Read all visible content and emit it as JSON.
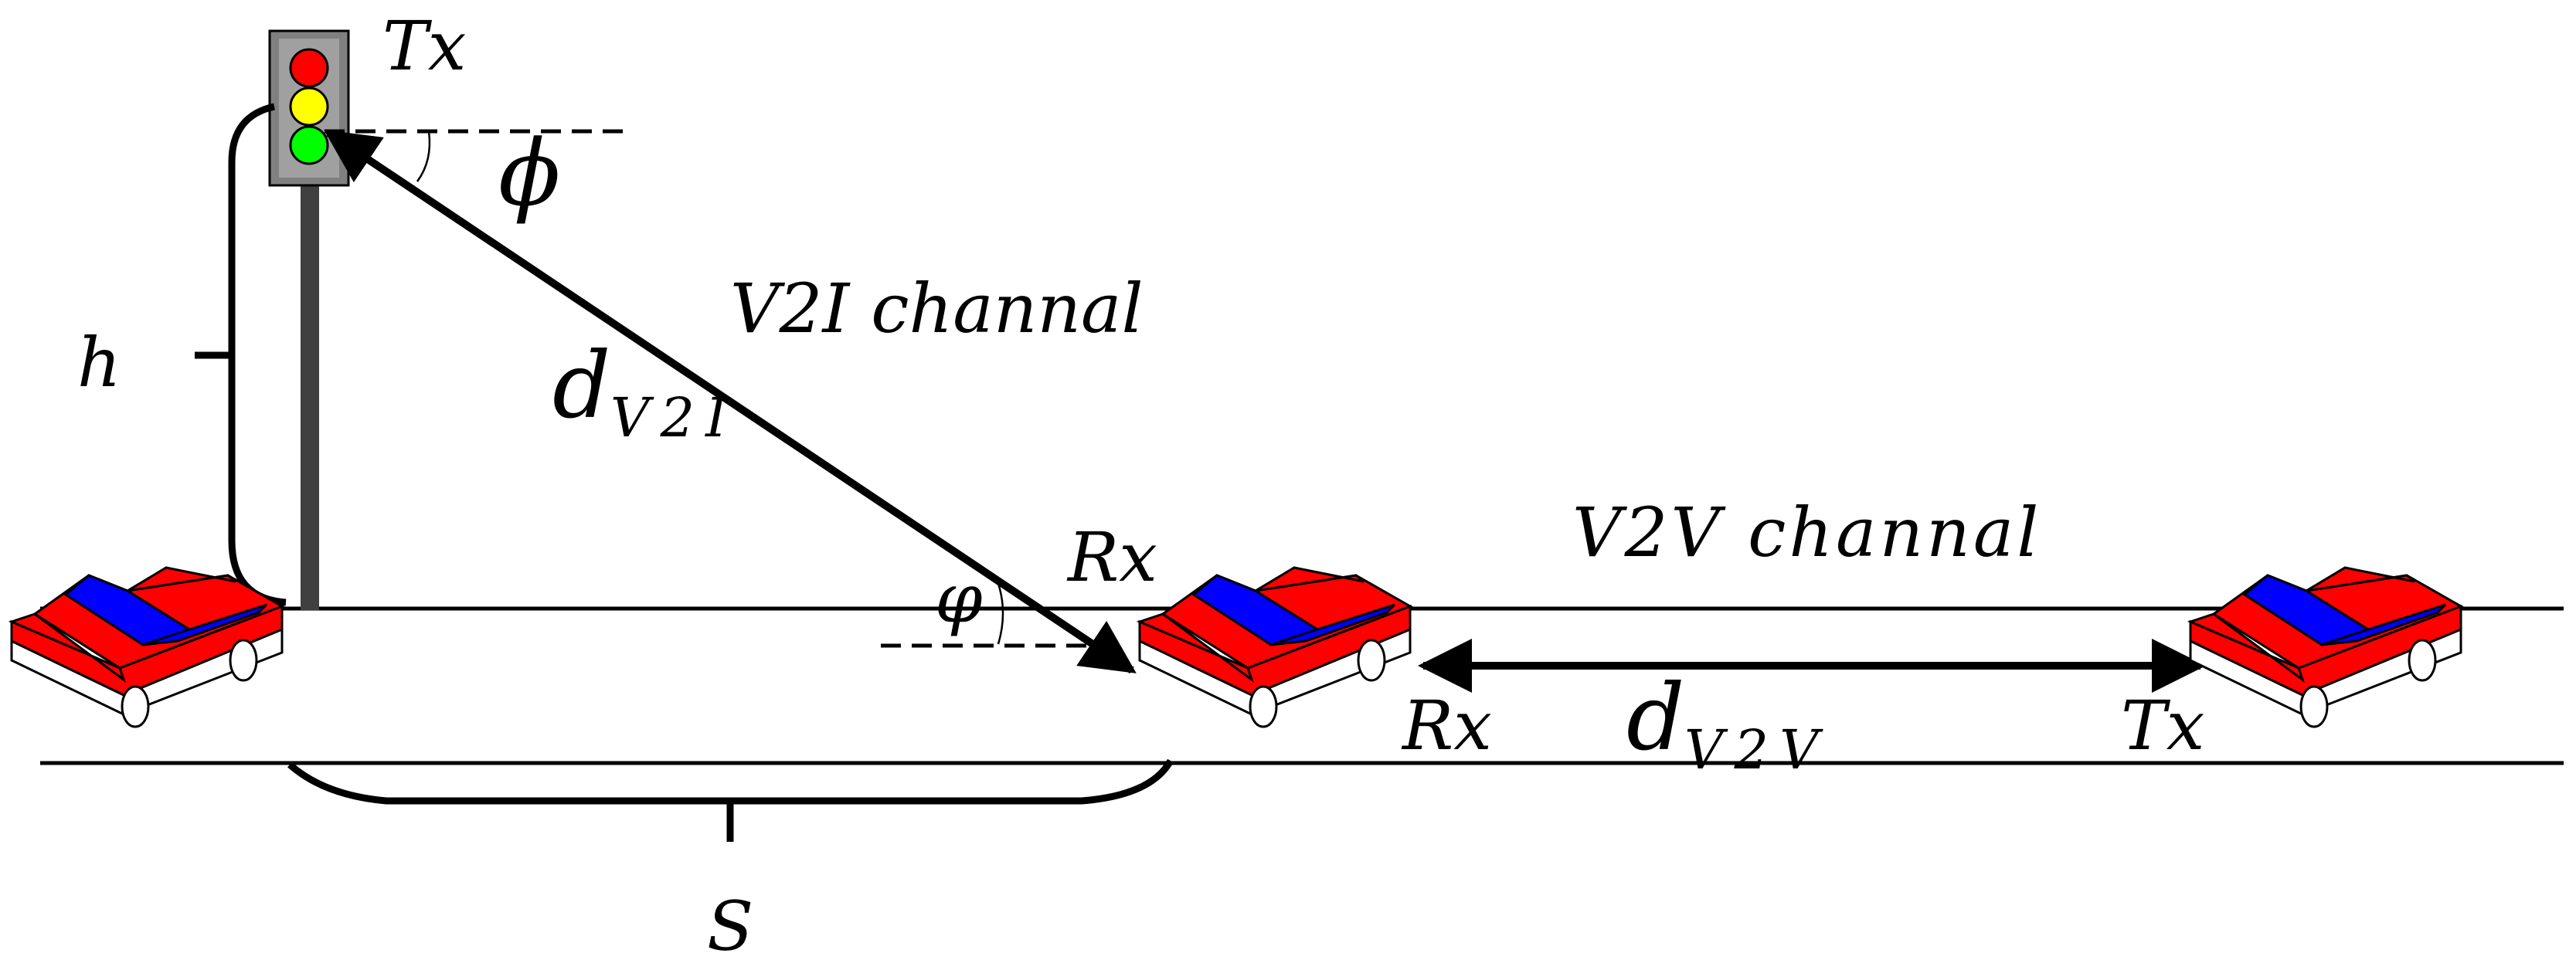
{
  "labels": {
    "tx_light": "Tx",
    "phi_upper": "ϕ",
    "v2i_channel": "V2I channal",
    "d_v2i_main": "d",
    "d_v2i_sub": "V2I",
    "h": "h",
    "rx_top": "Rx",
    "varphi": "φ",
    "v2v_channel": "V2V channal",
    "rx_bottom": "Rx",
    "d_v2v_main": "d",
    "d_v2v_sub": "V2V",
    "tx_right": "Tx",
    "s": "S"
  },
  "colors": {
    "car_body": "#ff0000",
    "car_window": "#0000ff",
    "light_red": "#ff0000",
    "light_yellow": "#ffff00",
    "light_green": "#00ff00",
    "light_housing": "#808080",
    "pole": "#404040",
    "line": "#000000"
  },
  "icons": {
    "car_left": "car-icon",
    "car_middle": "car-icon",
    "car_right": "car-icon",
    "traffic_light": "traffic-light-icon"
  }
}
